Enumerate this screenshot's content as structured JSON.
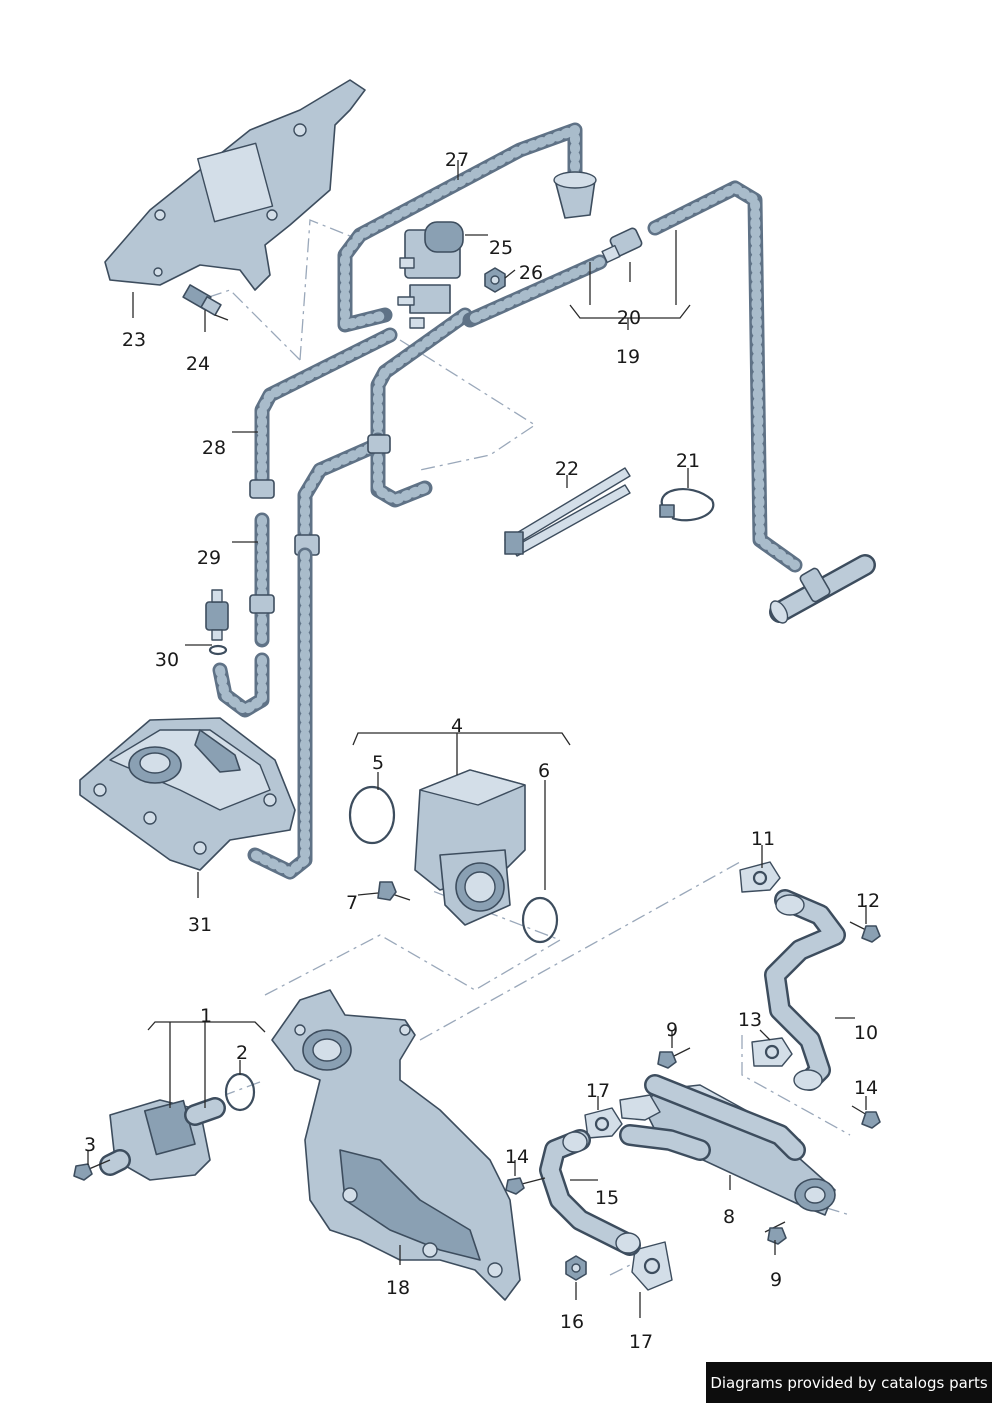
{
  "callouts": {
    "n1": "1",
    "n2": "2",
    "n3": "3",
    "n4": "4",
    "n5": "5",
    "n6": "6",
    "n7": "7",
    "n8": "8",
    "n9a": "9",
    "n9b": "9",
    "n10": "10",
    "n11": "11",
    "n12": "12",
    "n13": "13",
    "n14a": "14",
    "n14b": "14",
    "n15": "15",
    "n16": "16",
    "n17a": "17",
    "n17b": "17",
    "n18": "18",
    "n19": "19",
    "n20": "20",
    "n21": "21",
    "n22": "22",
    "n23": "23",
    "n24": "24",
    "n25": "25",
    "n26": "26",
    "n27": "27",
    "n28": "28",
    "n29": "29",
    "n30": "30",
    "n31": "31"
  },
  "credit": "Diagrams provided by catalogs parts",
  "colors": {
    "part_fill": "#b6c6d4",
    "part_outline": "#3d4d5e",
    "hose": "#5f7286",
    "dash_line": "#9aa8ba",
    "credit_background": "#0d0d0d"
  }
}
